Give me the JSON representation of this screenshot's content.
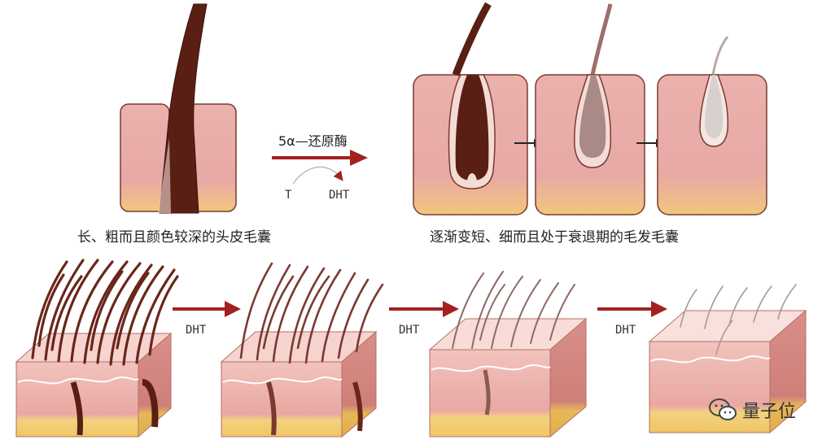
{
  "top": {
    "enzyme_label": "5α—还原酶",
    "conversion": {
      "from": "T",
      "to": "DHT"
    },
    "left_caption": "长、粗而且颜色较深的头皮毛囊",
    "right_caption": "逐渐变短、细而且处于衰退期的毛发毛囊"
  },
  "bottom": {
    "arrow_labels": [
      "DHT",
      "DHT",
      "DHT"
    ]
  },
  "watermark": {
    "text": "量子位",
    "icon": "wechat-logo-icon"
  },
  "colors": {
    "skin": "#e8a9a5",
    "skin_dark": "#c9716e",
    "hair": "#5a1f14",
    "fat": "#f2c76a",
    "arrow": "#a32121"
  }
}
